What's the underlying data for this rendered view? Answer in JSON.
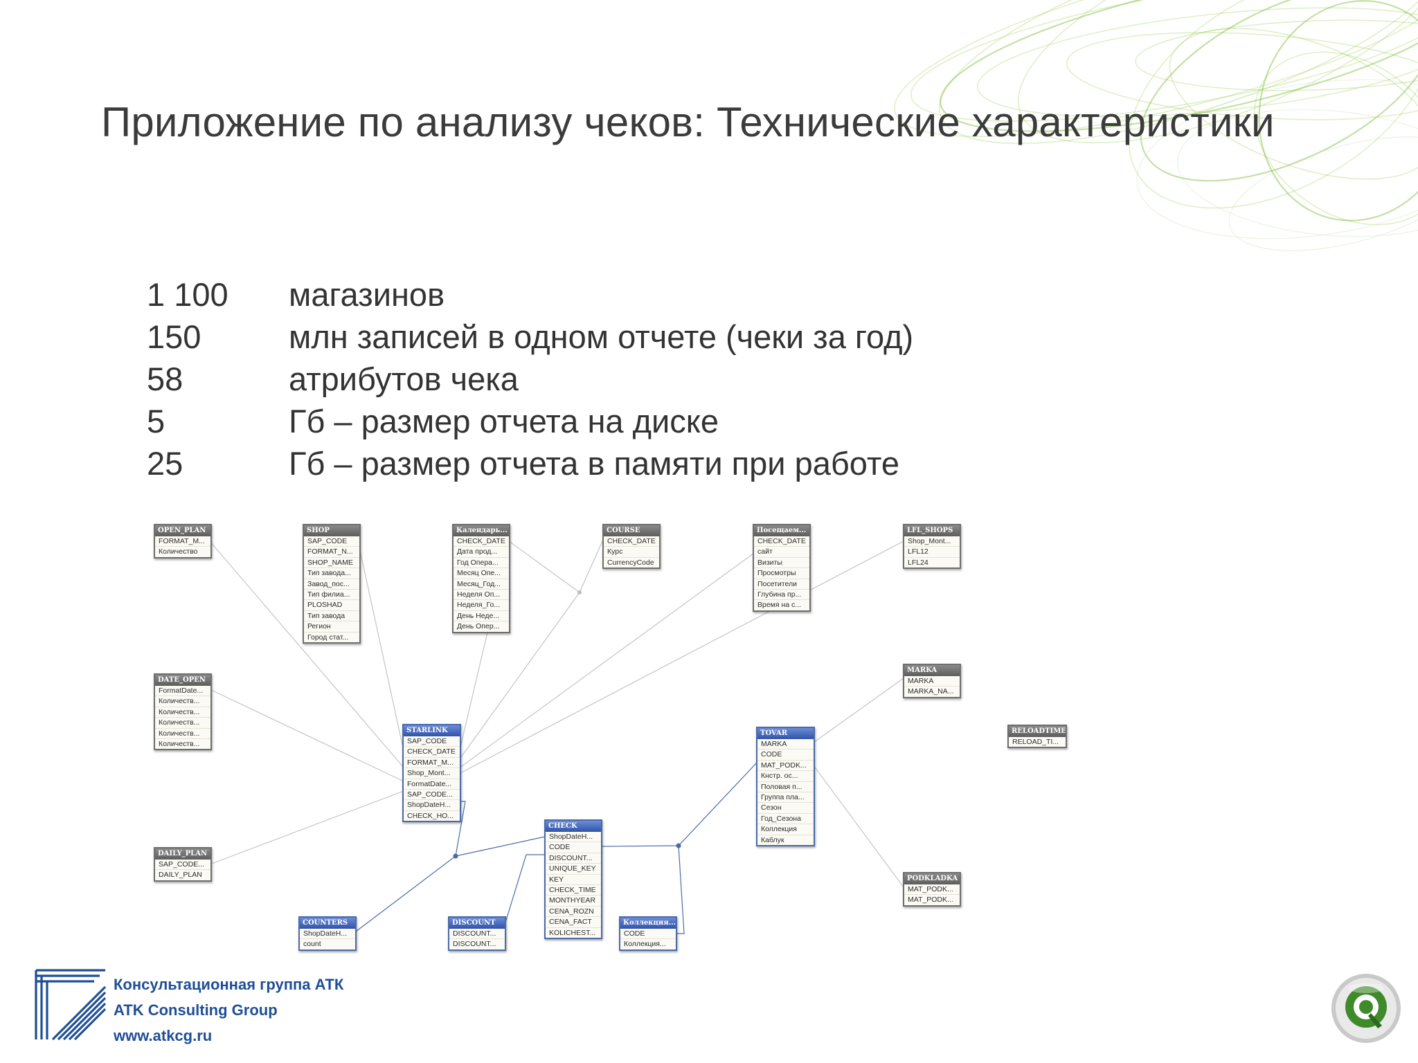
{
  "title": "Приложение по анализу чеков: Технические характеристики",
  "stats": [
    {
      "num": "1 100",
      "text": "магазинов"
    },
    {
      "num": "150",
      "text": "млн записей в одном отчете (чеки за год)"
    },
    {
      "num": "58",
      "text": "атрибутов чека"
    },
    {
      "num": "5",
      "text": "Гб – размер отчета на диске"
    },
    {
      "num": "25",
      "text": "Гб – размер отчета в памяти при работе"
    }
  ],
  "tables": [
    {
      "name": "OPEN_PLAN",
      "fields": [
        "FORMAT_M...",
        "Количество"
      ]
    },
    {
      "name": "SHOP",
      "fields": [
        "SAP_CODE",
        "FORMAT_N...",
        "SHOP_NAME",
        "Тип завода...",
        "Завод_пос...",
        "Тип филиа...",
        "PLOSHAD",
        "Тип завода",
        "Регион",
        "Город стат..."
      ]
    },
    {
      "name": "Календарь...",
      "fields": [
        "CHECK_DATE",
        "Дата прод...",
        "Год Опера...",
        "Месяц Опе...",
        "Месяц_Год...",
        "Неделя Оп...",
        "Неделя_Го...",
        "День Неде...",
        "День Опер..."
      ]
    },
    {
      "name": "COURSE",
      "fields": [
        "CHECK_DATE",
        "Курс",
        "CurrencyCode"
      ]
    },
    {
      "name": "Посещаем...",
      "fields": [
        "CHECK_DATE",
        "сайт",
        "Визиты",
        "Просмотры",
        "Посетители",
        "Глубина пр...",
        "Время на с..."
      ]
    },
    {
      "name": "LFL_SHOPS",
      "fields": [
        "Shop_Mont...",
        "LFL12",
        "LFL24"
      ]
    },
    {
      "name": "DATE_OPEN",
      "fields": [
        "FormatDate...",
        "Количеств...",
        "Количеств...",
        "Количеств...",
        "Количеств...",
        "Количеств..."
      ]
    },
    {
      "name": "MARKA",
      "fields": [
        "MARKA",
        "MARKA_NA..."
      ]
    },
    {
      "name": "RELOADTIME",
      "fields": [
        "RELOAD_TI..."
      ]
    },
    {
      "name": "STARLINK",
      "fields": [
        "SAP_CODE",
        "CHECK_DATE",
        "FORMAT_M...",
        "Shop_Mont...",
        "FormatDate...",
        "SAP_CODE...",
        "ShopDateH...",
        "CHECK_HO..."
      ]
    },
    {
      "name": "TOVAR",
      "fields": [
        "MARKA",
        "CODE",
        "MAT_PODK...",
        "Кнстр. ос...",
        "Половая п...",
        "Группа пла...",
        "Сезон",
        "Год_Сезона",
        "Коллекция",
        "Каблук"
      ]
    },
    {
      "name": "DAILY_PLAN",
      "fields": [
        "SAP_CODE...",
        "DAILY_PLAN"
      ]
    },
    {
      "name": "CHECK",
      "fields": [
        "ShopDateH...",
        "CODE",
        "DISCOUNT...",
        "UNIQUE_KEY",
        "KEY",
        "CHECK_TIME",
        "MONTHYEAR",
        "CENA_ROZN",
        "CENA_FACT",
        "KOLICHEST..."
      ]
    },
    {
      "name": "PODKLADKA",
      "fields": [
        "MAT_PODK...",
        "MAT_PODK..."
      ]
    },
    {
      "name": "COUNTERS",
      "fields": [
        "ShopDateH...",
        "count"
      ]
    },
    {
      "name": "DISCOUNT",
      "fields": [
        "DISCOUNT...",
        "DISCOUNT..."
      ]
    },
    {
      "name": "Коллекция...",
      "fields": [
        "CODE",
        "Коллекция..."
      ]
    }
  ],
  "logo": {
    "line1": "Консультационная группа АТК",
    "line2": "ATK Consulting Group",
    "line3": "www.atkcg.ru"
  },
  "colors": {
    "accent_green": "#8dc63f",
    "header_gray": "#6a6a6a",
    "header_blue": "#3a5bb0",
    "logo_blue": "#1f4e96"
  }
}
